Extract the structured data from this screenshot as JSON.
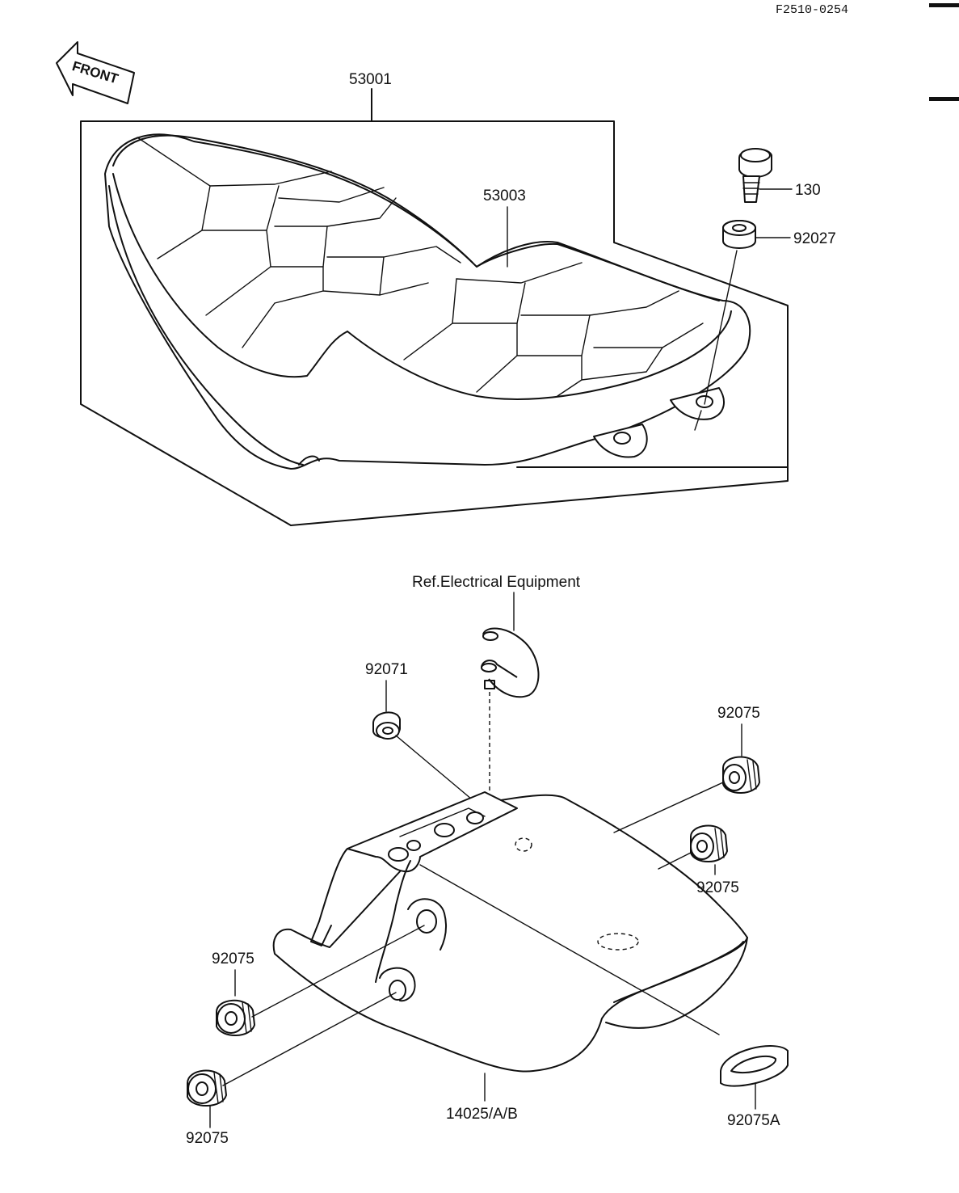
{
  "drawing_code": "F2510-0254",
  "front_label": "FRONT",
  "reference_note": "Ref.Electrical Equipment",
  "parts": {
    "seat_assembly": "53001",
    "seat_cover": "53003",
    "bolt": "130",
    "collar": "92027",
    "clamp_grommet": "92071",
    "damper_upper_right": "92075",
    "damper_mid_right": "92075",
    "damper_left_upper": "92075",
    "damper_left_lower": "92075",
    "cover": "14025/A/B",
    "damper_bottom_right": "92075A"
  }
}
